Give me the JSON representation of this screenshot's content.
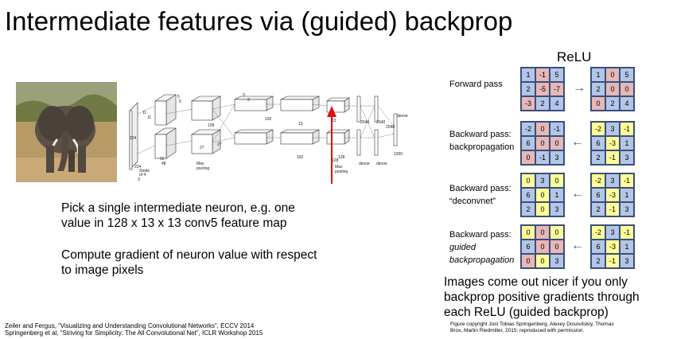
{
  "title": "Intermediate features via (guided) backprop",
  "relu": {
    "title": "ReLU",
    "forward": {
      "label": [
        "Forward pass"
      ],
      "left": [
        [
          "1",
          "-1",
          "5"
        ],
        [
          "2",
          "-5",
          "-7"
        ],
        [
          "-3",
          "2",
          "4"
        ]
      ],
      "right": [
        [
          "1",
          "0",
          "5"
        ],
        [
          "2",
          "0",
          "0"
        ],
        [
          "0",
          "2",
          "4"
        ]
      ]
    },
    "backprop": {
      "label": [
        "Backward pass:",
        "backpropagation"
      ],
      "left": [
        [
          "-2",
          "0",
          "-1"
        ],
        [
          "6",
          "0",
          "0"
        ],
        [
          "0",
          "-1",
          "3"
        ]
      ],
      "right": [
        [
          "-2",
          "3",
          "-1"
        ],
        [
          "6",
          "-3",
          "1"
        ],
        [
          "2",
          "-1",
          "3"
        ]
      ]
    },
    "deconv": {
      "label": [
        "Backward pass:",
        "“deconvnet”"
      ],
      "left": [
        [
          "0",
          "3",
          "0"
        ],
        [
          "6",
          "0",
          "1"
        ],
        [
          "2",
          "0",
          "3"
        ]
      ],
      "right": [
        [
          "-2",
          "3",
          "-1"
        ],
        [
          "6",
          "-3",
          "1"
        ],
        [
          "2",
          "-1",
          "3"
        ]
      ]
    },
    "guided": {
      "label": [
        "Backward pass:",
        "guided",
        "backpropagation"
      ],
      "left": [
        [
          "0",
          "0",
          "0"
        ],
        [
          "6",
          "0",
          "0"
        ],
        [
          "0",
          "0",
          "3"
        ]
      ],
      "right": [
        [
          "-2",
          "3",
          "-1"
        ],
        [
          "6",
          "-3",
          "1"
        ],
        [
          "2",
          "-1",
          "3"
        ]
      ]
    }
  },
  "colors": {
    "blue": "#b4c6e7",
    "red": "#e6b8b7",
    "yellow": "#ffff99",
    "arrow": "#2f5fa8",
    "marker": "#e01010"
  },
  "net": {
    "labels": [
      "224",
      "224",
      "Stride",
      "of 4",
      "3",
      "11",
      "11",
      "55",
      "48",
      "5",
      "5",
      "27",
      "128",
      "Max",
      "pooling",
      "3",
      "3",
      "27",
      "192",
      "13",
      "192",
      "13",
      "128",
      "Max",
      "pooling",
      "dense",
      "dense",
      "dense",
      "2048",
      "2048",
      "1000",
      "128",
      "2048"
    ]
  },
  "text": {
    "pick": [
      "Pick a single intermediate neuron, e.g. one",
      "value in 128 x 13 x 13 conv5 feature map"
    ],
    "compute": [
      "Compute gradient of neuron value with respect",
      "to image pixels"
    ],
    "nicer": [
      "Images come out nicer if you only",
      "backprop positive gradients through",
      "each ReLU (guided backprop)"
    ],
    "citations": [
      "Zeiler and Fergus, “Visualizing and Understanding Convolutional Networks”, ECCV 2014",
      "Springenberg et al, “Striving for Simplicity: The All Convolutional Net”, ICLR Workshop 2015"
    ],
    "credit": [
      "Figure copyright Jost Tobias Springenberg, Alexey Dosovitskiy, Thomas",
      "Brox, Martin Riedmiller, 2015; reproduced with permission."
    ]
  }
}
